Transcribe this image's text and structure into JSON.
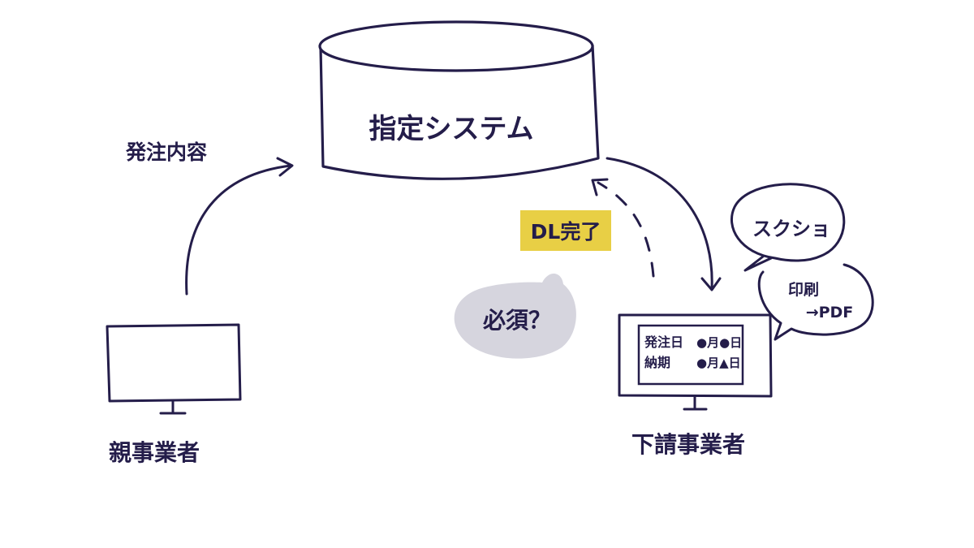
{
  "colors": {
    "ink": "#241d4a",
    "label_bg": "#e8cf45",
    "bubble_gray": "#d6d5de",
    "background": "#ffffff"
  },
  "system": {
    "label": "指定システム"
  },
  "order_arrow": {
    "label": "発注内容"
  },
  "download": {
    "label": "DL完了"
  },
  "question_bubble": {
    "label": "必須？"
  },
  "screenshot_bubble": {
    "label": "スクショ"
  },
  "print_bubble": {
    "line1": "印刷",
    "line2": "→PDF"
  },
  "parent": {
    "label": "親事業者"
  },
  "sub": {
    "label": "下請事業者",
    "screen_rows": [
      {
        "label": "発注日",
        "value": "●月●日"
      },
      {
        "label": "納期",
        "value": "●月▲日"
      }
    ]
  }
}
